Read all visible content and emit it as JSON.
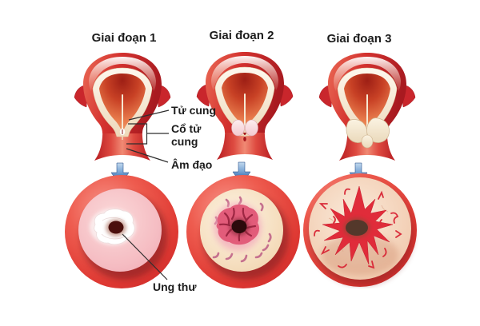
{
  "diagram": {
    "stages": [
      {
        "title": "Giai đoạn 1"
      },
      {
        "title": "Giai đoạn 2"
      },
      {
        "title": "Giai đoạn 3"
      }
    ],
    "anatomy_labels": {
      "uterus": "Tử cung",
      "cervix": "Cổ tử cung",
      "vagina": "Âm đạo",
      "cancer": "Ung thư"
    },
    "colors": {
      "body_red": "#c62828",
      "bright_red": "#e8453c",
      "lining_cream": "#f7ead6",
      "inner_pink": "#f3b5bd",
      "inner_cream": "#f5ddbd",
      "tumor_pink": "#e25c7a",
      "tumor_red": "#e02c3a",
      "arrow_blue": "#1d4f9e",
      "text": "#1c1c1c",
      "background": "#ffffff"
    }
  }
}
